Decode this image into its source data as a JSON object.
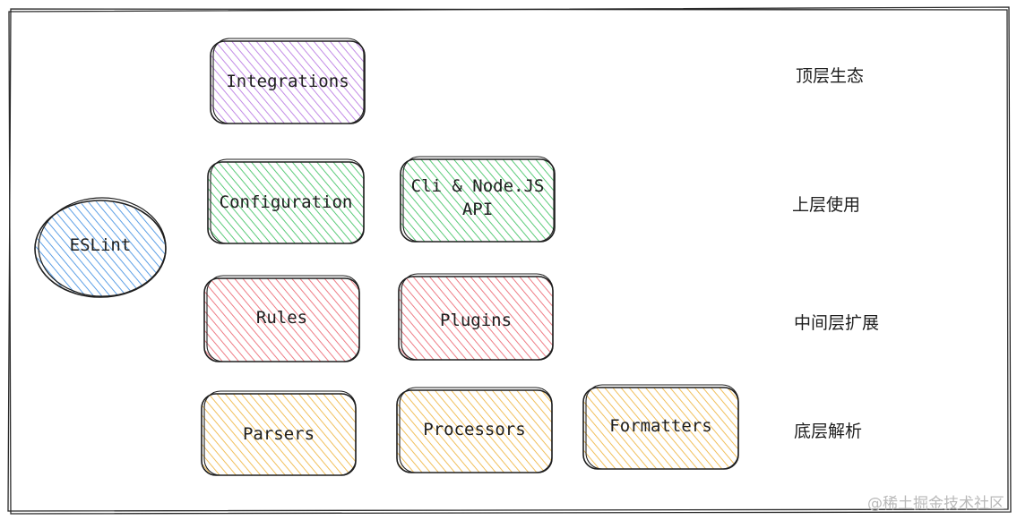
{
  "diagram": {
    "center_node": {
      "label": "ESLint",
      "color": "#5ea0e6"
    },
    "layers": [
      {
        "label": "顶层生态",
        "color": "#c28be6",
        "nodes": [
          {
            "label": "Integrations"
          }
        ]
      },
      {
        "label": "上层使用",
        "color": "#5ccb7a",
        "nodes": [
          {
            "label": "Configuration"
          },
          {
            "label": "Cli & Node.JS\nAPI"
          }
        ]
      },
      {
        "label": "中间层扩展",
        "color": "#ee7d86",
        "nodes": [
          {
            "label": "Rules"
          },
          {
            "label": "Plugins"
          }
        ]
      },
      {
        "label": "底层解析",
        "color": "#f1c05c",
        "nodes": [
          {
            "label": "Parsers"
          },
          {
            "label": "Processors"
          },
          {
            "label": "Formatters"
          }
        ]
      }
    ]
  },
  "watermark": "@稀土掘金技术社区"
}
